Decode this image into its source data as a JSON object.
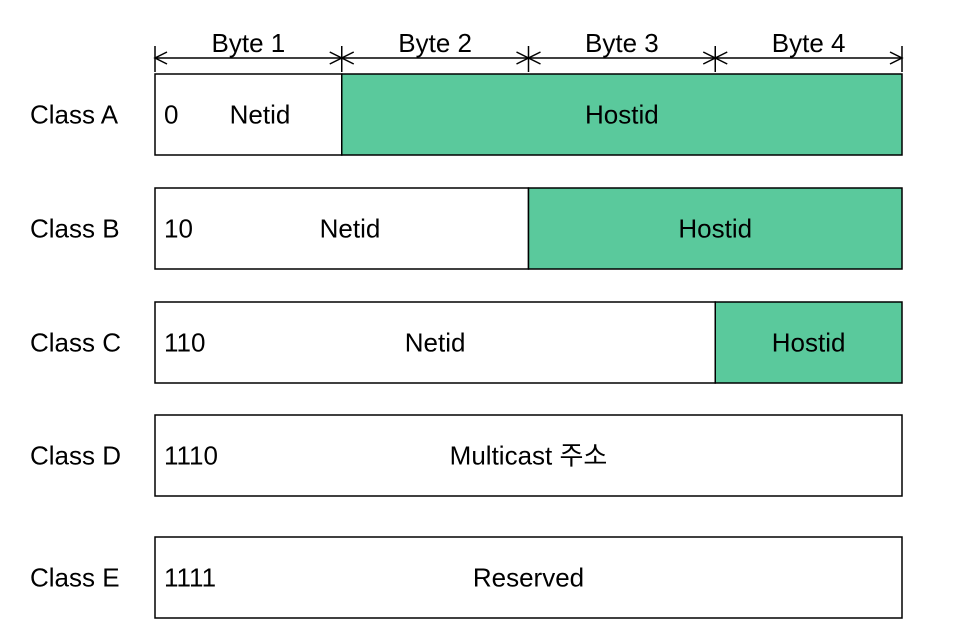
{
  "colors": {
    "host_fill": "#5ac99c",
    "net_fill": "#ffffff",
    "stroke": "#000000"
  },
  "bytes": [
    {
      "label": "Byte 1"
    },
    {
      "label": "Byte 2"
    },
    {
      "label": "Byte 3"
    },
    {
      "label": "Byte 4"
    }
  ],
  "classes": [
    {
      "label": "Class A",
      "prefix": "0",
      "segments": [
        {
          "text": "Netid",
          "kind": "net",
          "bytes": 1
        },
        {
          "text": "Hostid",
          "kind": "host",
          "bytes": 3
        }
      ]
    },
    {
      "label": "Class B",
      "prefix": "10",
      "segments": [
        {
          "text": "Netid",
          "kind": "net",
          "bytes": 2
        },
        {
          "text": "Hostid",
          "kind": "host",
          "bytes": 2
        }
      ]
    },
    {
      "label": "Class C",
      "prefix": "110",
      "segments": [
        {
          "text": "Netid",
          "kind": "net",
          "bytes": 3
        },
        {
          "text": "Hostid",
          "kind": "host",
          "bytes": 1
        }
      ]
    },
    {
      "label": "Class D",
      "prefix": "1110",
      "segments": [
        {
          "text": "Multicast 주소",
          "kind": "net",
          "bytes": 4
        }
      ]
    },
    {
      "label": "Class E",
      "prefix": "1111",
      "segments": [
        {
          "text": "Reserved",
          "kind": "net",
          "bytes": 4
        }
      ]
    }
  ]
}
